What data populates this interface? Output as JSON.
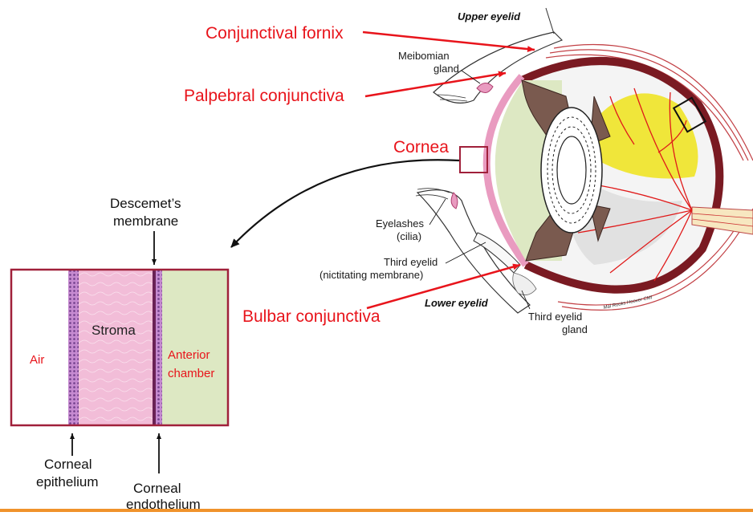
{
  "labels": {
    "conjunctival_fornix": "Conjunctival fornix",
    "palpebral_conjunctiva": "Palpebral conjunctiva",
    "cornea": "Cornea",
    "bulbar_conjunctiva": "Bulbar conjunctiva",
    "upper_eyelid": "Upper eyelid",
    "lower_eyelid": "Lower eyelid",
    "meibomian_gland_l1": "Meibomian",
    "meibomian_gland_l2": "gland",
    "eyelashes_l1": "Eyelashes",
    "eyelashes_l2": "(cilia)",
    "third_eyelid_l1": "Third eyelid",
    "third_eyelid_l2": "(nictitating membrane)",
    "third_eyelid_gland_l1": "Third eyelid",
    "third_eyelid_gland_l2": "gland",
    "descemets_l1": "Descemet’s",
    "descemets_l2": "membrane",
    "stroma": "Stroma",
    "air": "Air",
    "anterior_chamber_l1": "Anterior",
    "anterior_chamber_l2": "chamber",
    "corneal_epithelium_l1": "Corneal",
    "corneal_epithelium_l2": "epithelium",
    "corneal_endothelium_l1": "Corneal",
    "corneal_endothelium_l2": "endothelium",
    "signature": "Mal Rooks Hoover CMI"
  },
  "colors": {
    "red_label": "#e8141b",
    "dark_red": "#7a1a22",
    "pink": "#e99bc0",
    "stroma_pink": "#f2bdd8",
    "chamber_green": "#dde8c3",
    "yellow": "#f0e63a",
    "bottom_bar": "#f0922b"
  }
}
